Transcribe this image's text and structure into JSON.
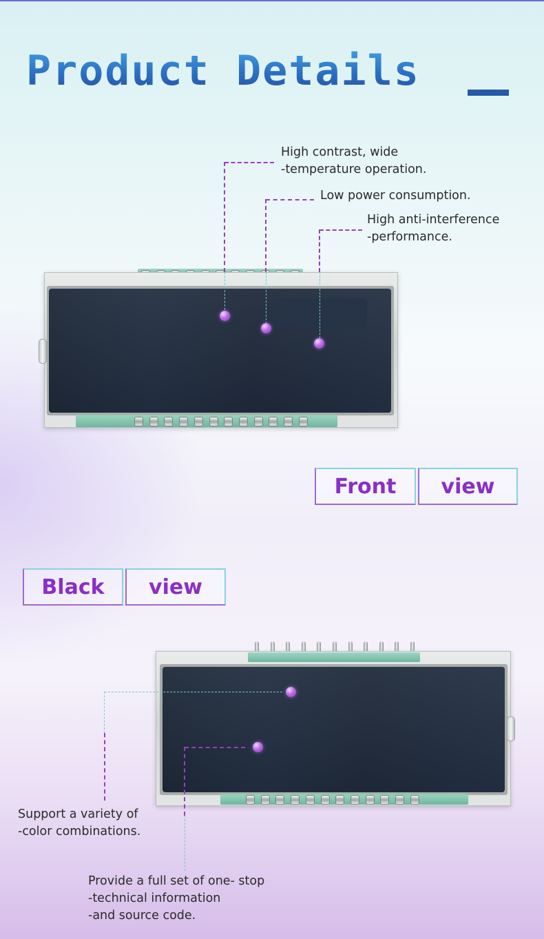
{
  "header": {
    "title": "Product Details"
  },
  "front": {
    "callouts": [
      {
        "lines": [
          "High contrast, wide",
          "-temperature operation."
        ]
      },
      {
        "lines": [
          "Low power consumption."
        ]
      },
      {
        "lines": [
          "High anti-interference",
          "-performance."
        ]
      }
    ],
    "label": {
      "word1": "Front",
      "word2": "view"
    }
  },
  "back": {
    "label": {
      "word1": "Black",
      "word2": "view"
    },
    "callouts": [
      {
        "lines": [
          "Support a variety of",
          "-color combinations."
        ]
      },
      {
        "lines": [
          "Provide a full set of one- stop",
          "-technical information",
          "-and source code."
        ]
      }
    ]
  },
  "colors": {
    "accent_purple": "#8a2fc4",
    "title_blue": "#2d73c5",
    "teal_line": "#73c9d4",
    "screen_dark": "#1f2a3b"
  }
}
